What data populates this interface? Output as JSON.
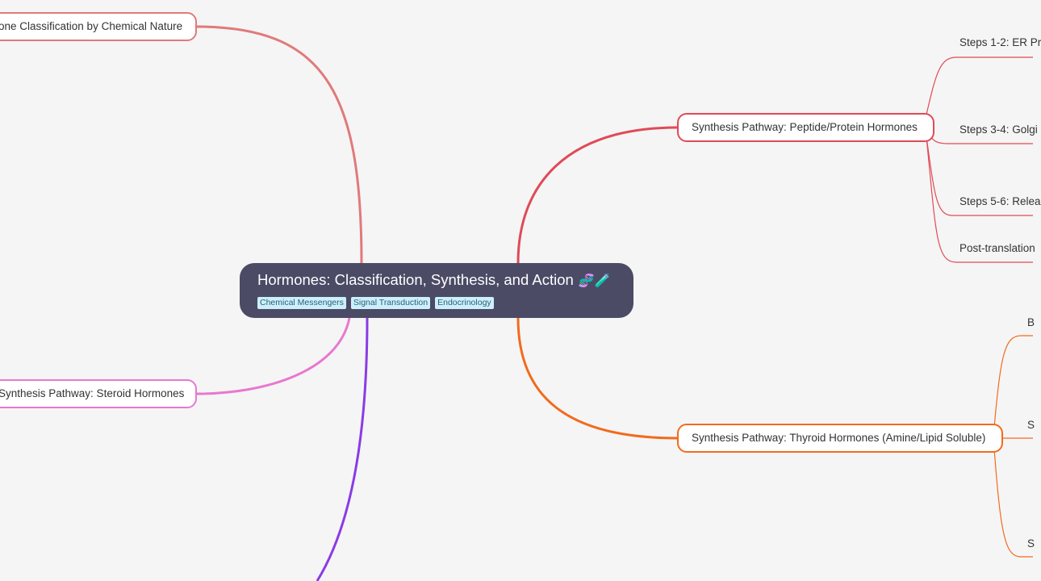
{
  "root": {
    "title": "Hormones: Classification, Synthesis, and Action",
    "emoji": "🧬🧪",
    "tags": [
      "Chemical Messengers",
      "Signal Transduction",
      "Endocrinology"
    ]
  },
  "branches": {
    "classification": "one Classification by Chemical Nature",
    "steroid": "Synthesis Pathway: Steroid Hormones",
    "peptide": "Synthesis Pathway: Peptide/Protein Hormones",
    "thyroid": "Synthesis Pathway: Thyroid Hormones (Amine/Lipid Soluble)"
  },
  "peptide_leaves": [
    "Steps 1-2: ER Pr",
    "Steps 3-4: Golgi",
    "Steps 5-6: Relea",
    "Post-translation"
  ],
  "thyroid_leaves": [
    "B",
    "S",
    "S"
  ],
  "colors": {
    "background": "#f5f5f5",
    "root": "#4b4b66",
    "classification": "#e07a7a",
    "steroid": "#e878cf",
    "offscreen_branch": "#8a3be6",
    "peptide": "#e04a57",
    "thyroid": "#f26b1d",
    "tag_bg": "#cdeffc"
  }
}
